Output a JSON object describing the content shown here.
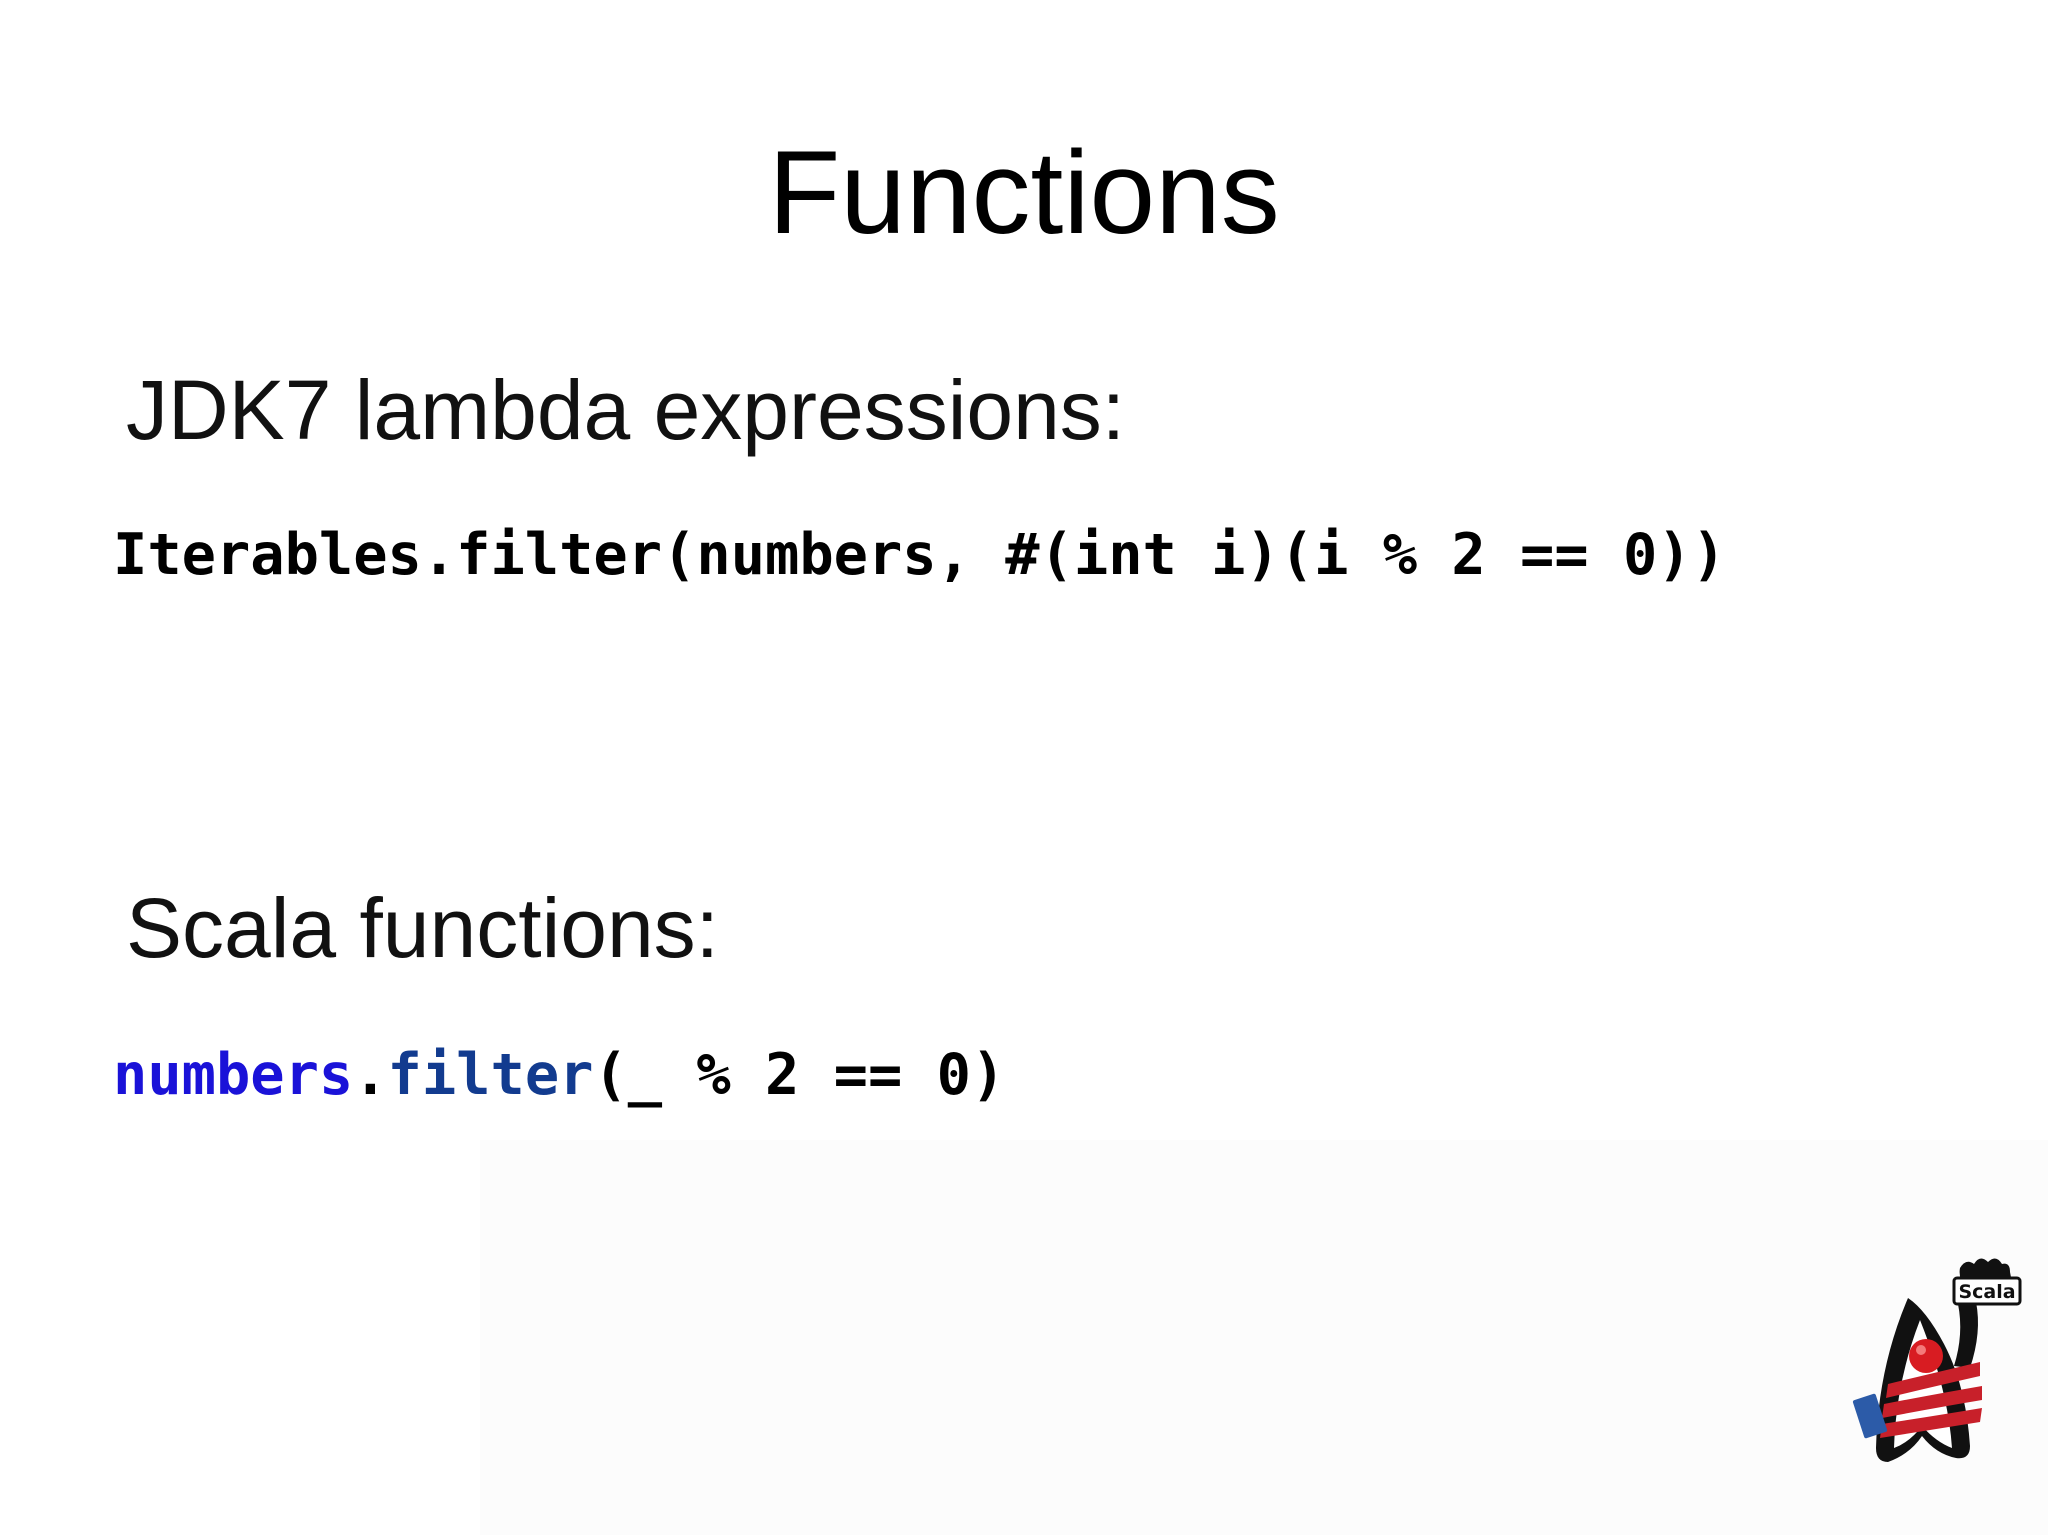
{
  "slide": {
    "title": "Functions",
    "sections": [
      {
        "heading": "JDK7 lambda expressions:",
        "code": "Iterables.filter(numbers, #(int i)(i % 2 == 0))"
      },
      {
        "heading": "Scala functions:",
        "code_tokens": {
          "ident": "numbers",
          "dot": ".",
          "method": "filter",
          "rest": "(_ % 2 == 0)"
        }
      }
    ],
    "logo": {
      "label": "Scala",
      "icon": "duke-scala-mascot"
    }
  },
  "colors": {
    "background": "#ffffff",
    "text": "#000000",
    "scala_identifier": "#1a12d8",
    "scala_method": "#123b8f",
    "mascot_red": "#c8202a"
  }
}
